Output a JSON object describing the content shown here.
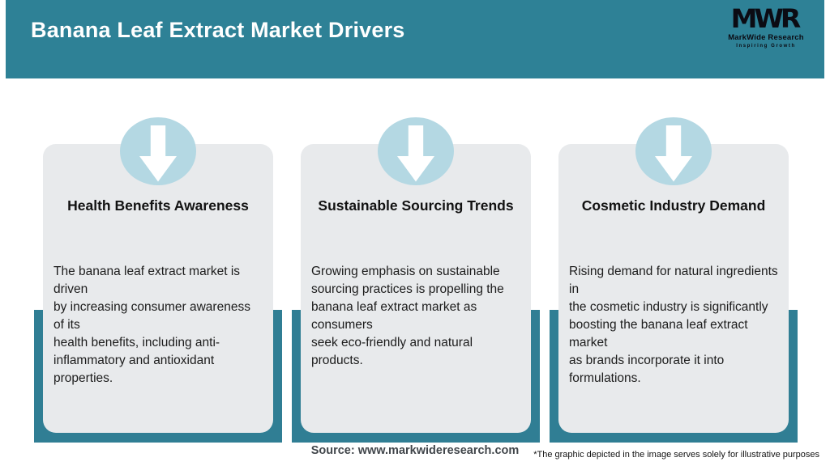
{
  "header": {
    "title": "Banana Leaf Extract Market Drivers",
    "logo": {
      "acronym": "MWR",
      "name": "MarkWide Research",
      "tagline": "Inspiring Growth"
    }
  },
  "cards": [
    {
      "title": "Health Benefits Awareness",
      "body": "The banana leaf extract market is driven\nby increasing consumer awareness of its\nhealth benefits, including anti-\ninflammatory and antioxidant properties."
    },
    {
      "title": "Sustainable Sourcing Trends",
      "body": "Growing emphasis on sustainable\nsourcing practices is propelling the\nbanana leaf extract market as consumers\nseek eco-friendly and natural products."
    },
    {
      "title": "Cosmetic Industry Demand",
      "body": "Rising demand for natural ingredients in\nthe cosmetic industry is significantly\nboosting the banana leaf extract market\nas brands incorporate it into formulations."
    }
  ],
  "footer": {
    "source": "Source: www.markwideresearch.com",
    "disclaimer": "*The graphic depicted in the image serves solely for illustrative purposes"
  },
  "colors": {
    "header_teal": "#2e8196",
    "backing_teal": "#307e94",
    "card_gray": "#e8eaec",
    "circle_blue": "#b4d8e3",
    "arrow": "#ffffff"
  },
  "icons": [
    "down-arrow-icon"
  ]
}
